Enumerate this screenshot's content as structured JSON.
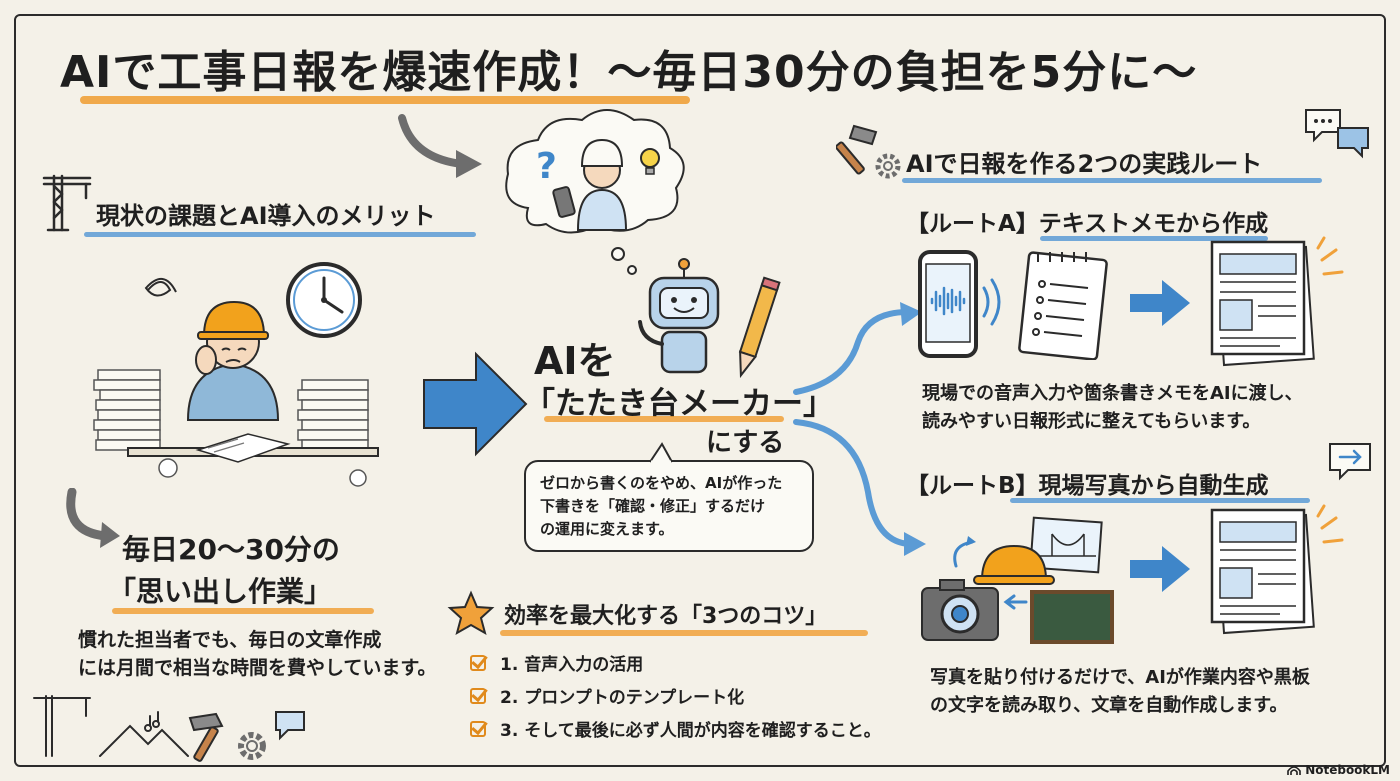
{
  "title": "AIで工事日報を爆速作成！〜毎日30分の負担を5分に〜",
  "left": {
    "heading": "現状の課題とAI導入のメリット",
    "problem_line1": "毎日20〜30分の",
    "problem_line2": "「思い出し作業」",
    "desc_line1": "慣れた担当者でも、毎日の文章作成",
    "desc_line2": "には月間で相当な時間を費やしています。"
  },
  "center": {
    "main_line1": "AIを",
    "main_line2": "「たたき台メーカー」",
    "main_line3": "にする",
    "bubble_line1": "ゼロから書くのをやめ、AIが作った",
    "bubble_line2": "下書きを「確認・修正」するだけ",
    "bubble_line3": "の運用に変えます。"
  },
  "tips": {
    "heading": "効率を最大化する「3つのコツ」",
    "items": [
      "1. 音声入力の活用",
      "2. プロンプトのテンプレート化",
      "3. そして最後に必ず人間が内容を確認すること。"
    ]
  },
  "right": {
    "heading": "AIで日報を作る2つの実践ルート",
    "route_a_title": "【ルートA】テキストメモから作成",
    "route_a_line1": "現場での音声入力や箇条書きメモをAIに渡し、",
    "route_a_line2": "読みやすい日報形式に整えてもらいます。",
    "route_b_title": "【ルートB】現場写真から自動生成",
    "route_b_line1": "写真を貼り付けるだけで、AIが作業内容や黒板",
    "route_b_line2": "の文字を読み取り、文章を自動作成します。"
  },
  "brand": "NotebookLM",
  "colors": {
    "accent_orange": "#f0a13a",
    "accent_blue": "#5b9bd5",
    "arrow_blue": "#3f86c9",
    "helmet": "#f2a21c",
    "paper": "#f4f1e8"
  },
  "icons": [
    "crane-icon",
    "worker-icon",
    "clock-icon",
    "robot-icon",
    "pencil-icon",
    "phone-icon",
    "notepad-icon",
    "document-icon",
    "camera-icon",
    "helmet-icon",
    "bridge-photo-icon",
    "blackboard-icon",
    "star-icon",
    "hammer-icon",
    "gear-icon",
    "chat-icon"
  ]
}
